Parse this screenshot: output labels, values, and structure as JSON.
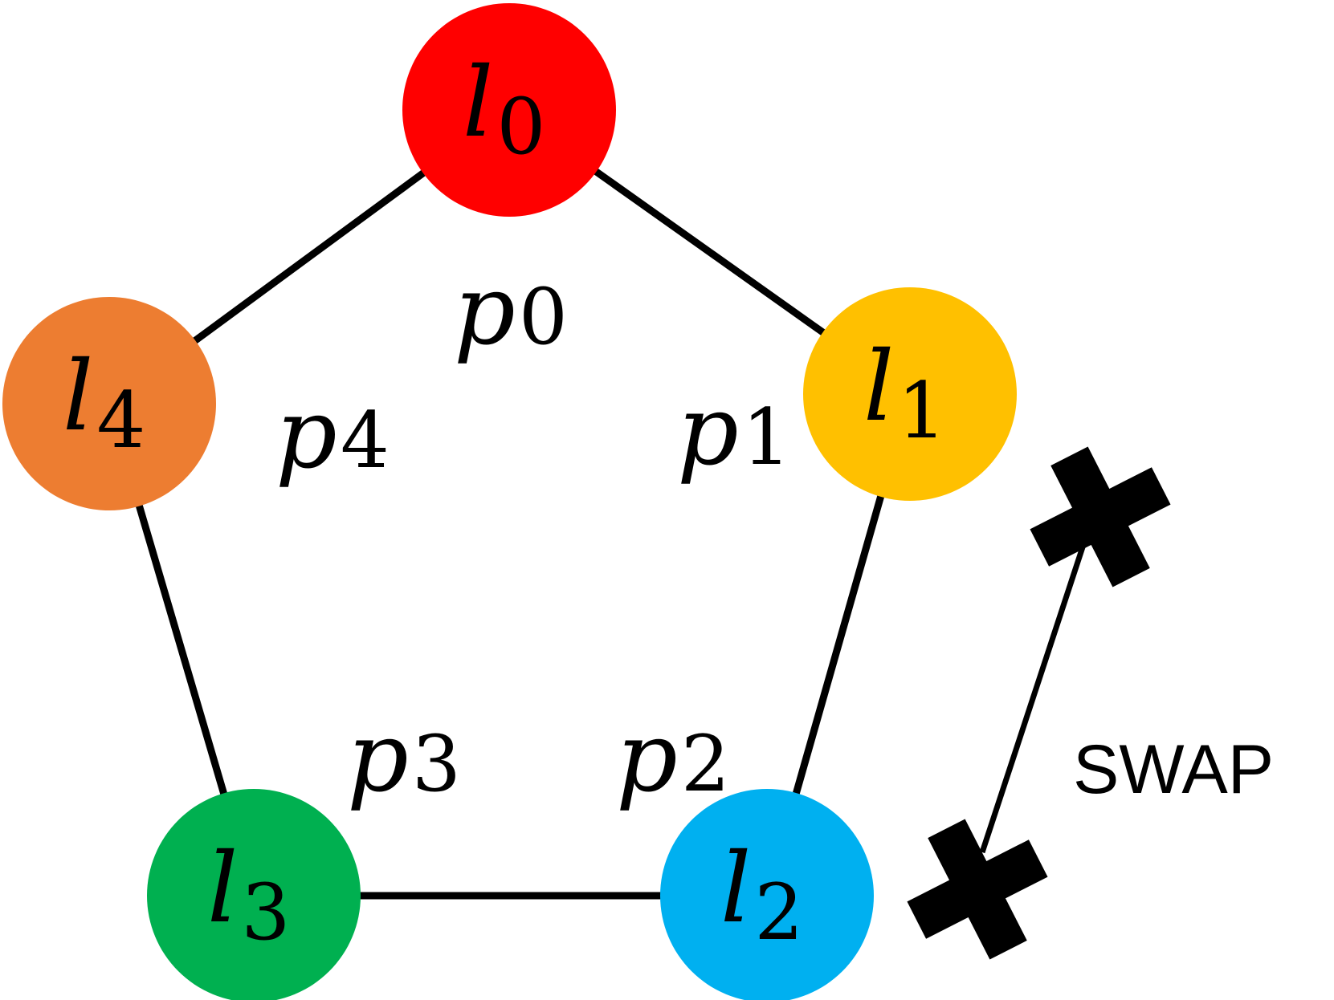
{
  "nodes": [
    {
      "id": "l0",
      "base": "l",
      "sub": "0",
      "color": "#FF0000"
    },
    {
      "id": "l1",
      "base": "l",
      "sub": "1",
      "color": "#FFC000"
    },
    {
      "id": "l2",
      "base": "l",
      "sub": "2",
      "color": "#00B0F0"
    },
    {
      "id": "l3",
      "base": "l",
      "sub": "3",
      "color": "#00B050"
    },
    {
      "id": "l4",
      "base": "l",
      "sub": "4",
      "color": "#ED7D31"
    }
  ],
  "edges": [
    {
      "from": "l0",
      "to": "l1"
    },
    {
      "from": "l1",
      "to": "l2"
    },
    {
      "from": "l2",
      "to": "l3"
    },
    {
      "from": "l3",
      "to": "l4"
    },
    {
      "from": "l4",
      "to": "l0"
    }
  ],
  "positions": [
    {
      "id": "p0",
      "base": "p",
      "sub": "0"
    },
    {
      "id": "p1",
      "base": "p",
      "sub": "1"
    },
    {
      "id": "p2",
      "base": "p",
      "sub": "2"
    },
    {
      "id": "p3",
      "base": "p",
      "sub": "3"
    },
    {
      "id": "p4",
      "base": "p",
      "sub": "4"
    }
  ],
  "swap": {
    "label": "SWAP",
    "marker_icon": "cross-icon",
    "from": "l2",
    "to": "l1"
  },
  "colors": {
    "line": "#000000",
    "text": "#000000"
  }
}
